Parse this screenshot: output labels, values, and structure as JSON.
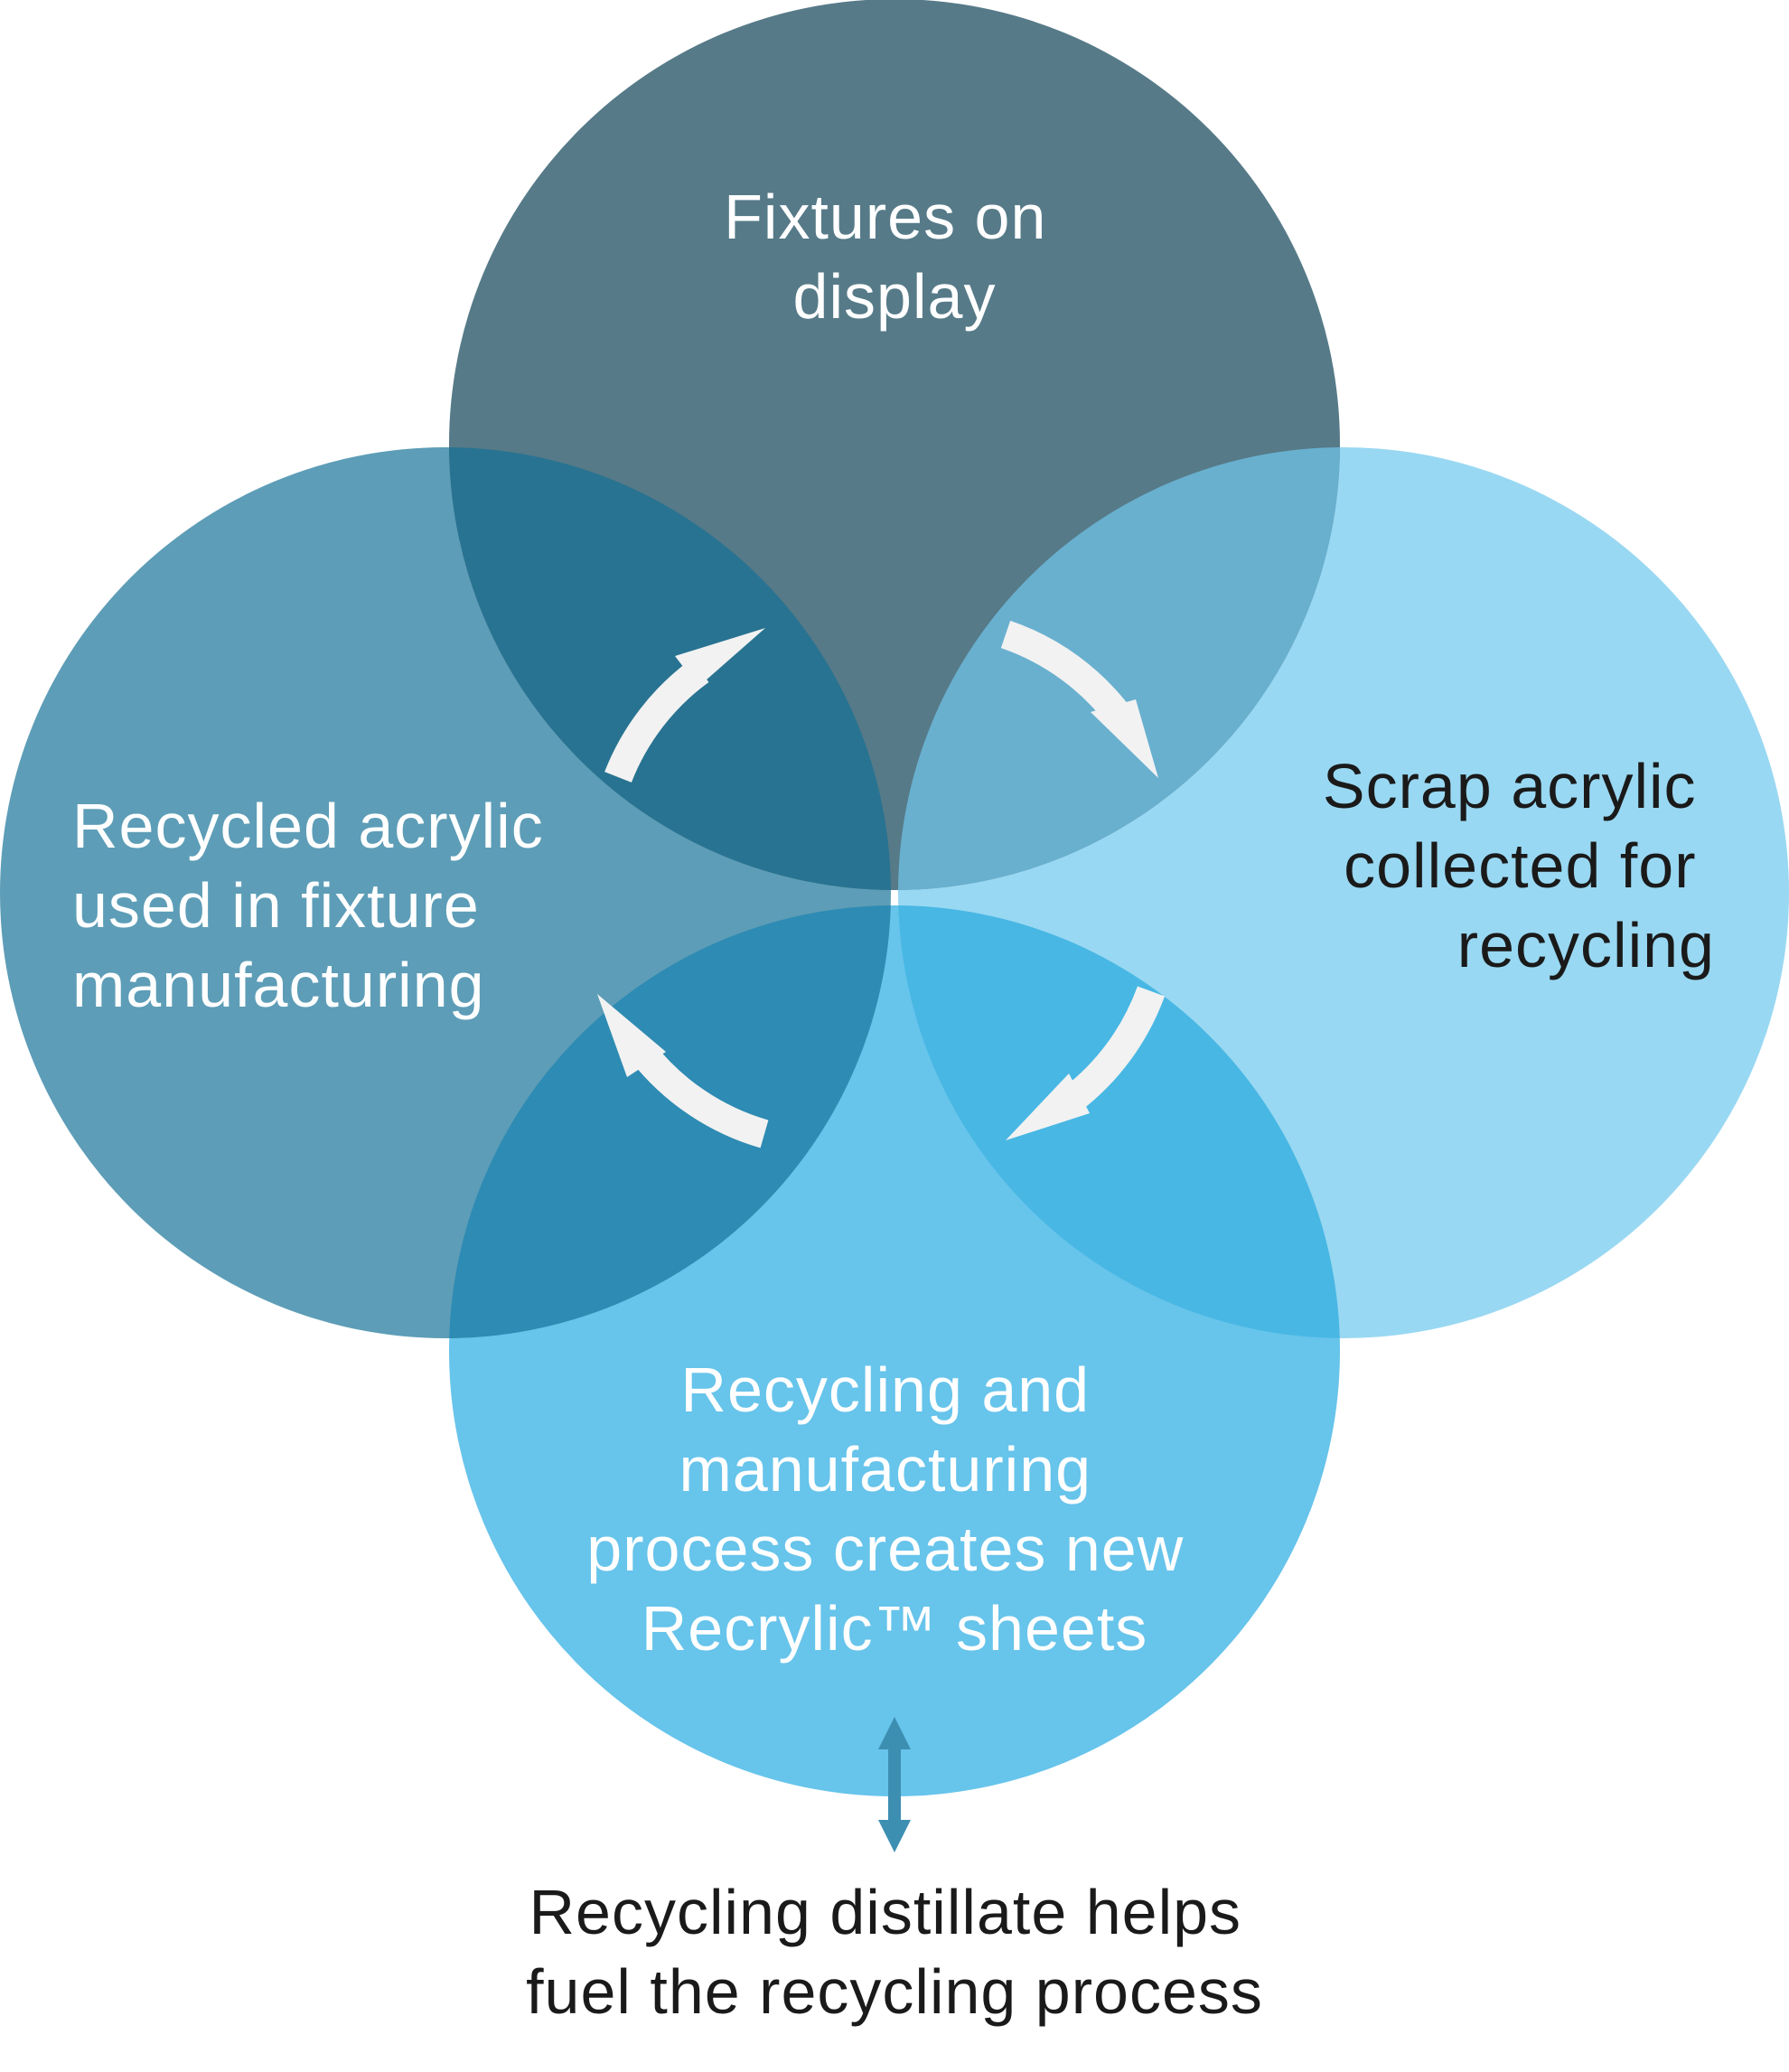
{
  "nodes": {
    "top": {
      "lines": [
        "Fixtures on",
        "display"
      ],
      "fill": "#567a88",
      "text_color": "#ffffff"
    },
    "right": {
      "lines": [
        "Scrap acrylic",
        "collected for",
        "recycling"
      ],
      "fill": "#99d8f2",
      "text_color": "#1a1a1a"
    },
    "bottom": {
      "lines": [
        "Recycling and",
        "manufacturing",
        "process creates new",
        "Recrylic™ sheets"
      ],
      "fill": "#67c4eb",
      "text_color": "#ffffff"
    },
    "left": {
      "lines": [
        "Recycled acrylic",
        "used in fixture",
        "manufacturing"
      ],
      "fill": "#5d9db7",
      "text_color": "#ffffff"
    }
  },
  "overlaps": {
    "top_left": "#287391",
    "top_right": "#69b0cf",
    "bottom_left": "#2e8bb3",
    "bottom_right": "#48b7e4"
  },
  "cycle_arrows": {
    "color": "#f2f2f2",
    "direction": "clockwise"
  },
  "footnote": {
    "lines": [
      "Recycling distillate helps",
      "fuel the recycling process"
    ],
    "text_color": "#1a1a1a",
    "connector_color": "#3d8fb2",
    "connector_type": "double-headed-arrow"
  }
}
